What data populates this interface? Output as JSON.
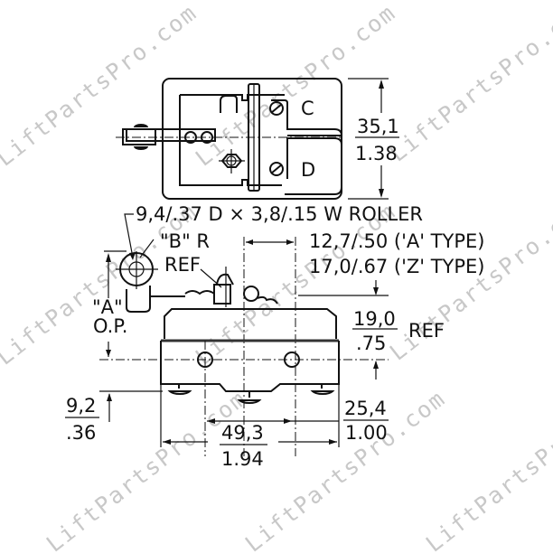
{
  "watermark": {
    "text": "LiftPartsPro.com",
    "color": "#c8c8c8"
  },
  "top_view": {
    "terminal_labels": [
      "C",
      "D"
    ],
    "height_dim": {
      "metric": "35,1",
      "imperial": "1.38"
    }
  },
  "side_view": {
    "roller_note": "9,4/.37 D × 3,8/.15 W ROLLER",
    "radius_note_1": "\"B\" R",
    "radius_note_2": "REF",
    "op_label_1": "\"A\"",
    "op_label_2": "O.P.",
    "type_a_dim": "12,7/.50 ('A' TYPE)",
    "type_z_dim": "17,0/.67 ('Z' TYPE)",
    "ref_dim": {
      "metric": "19,0",
      "imperial": ".75",
      "suffix": "REF"
    },
    "terminal_dim": {
      "metric": "9,2",
      "imperial": ".36"
    },
    "hole_spacing_dim": {
      "metric": "25,4",
      "imperial": "1.00"
    },
    "length_dim": {
      "metric": "49,3",
      "imperial": "1.94"
    }
  }
}
